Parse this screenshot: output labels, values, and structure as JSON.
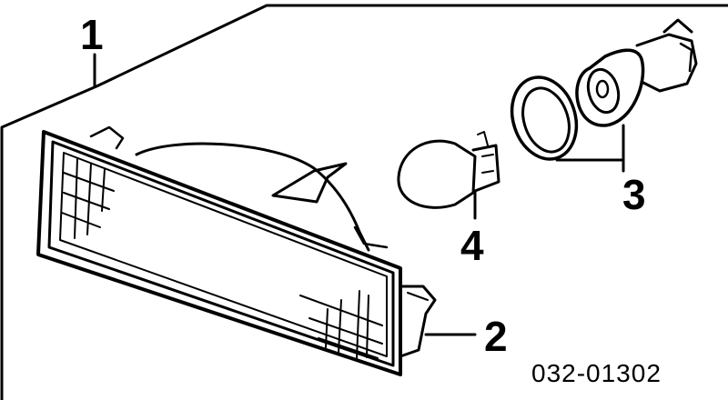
{
  "callouts": {
    "lamp_assembly": "1",
    "lens_housing": "2",
    "socket_seal": "3",
    "bulb": "4"
  },
  "part_code": "032-01302"
}
